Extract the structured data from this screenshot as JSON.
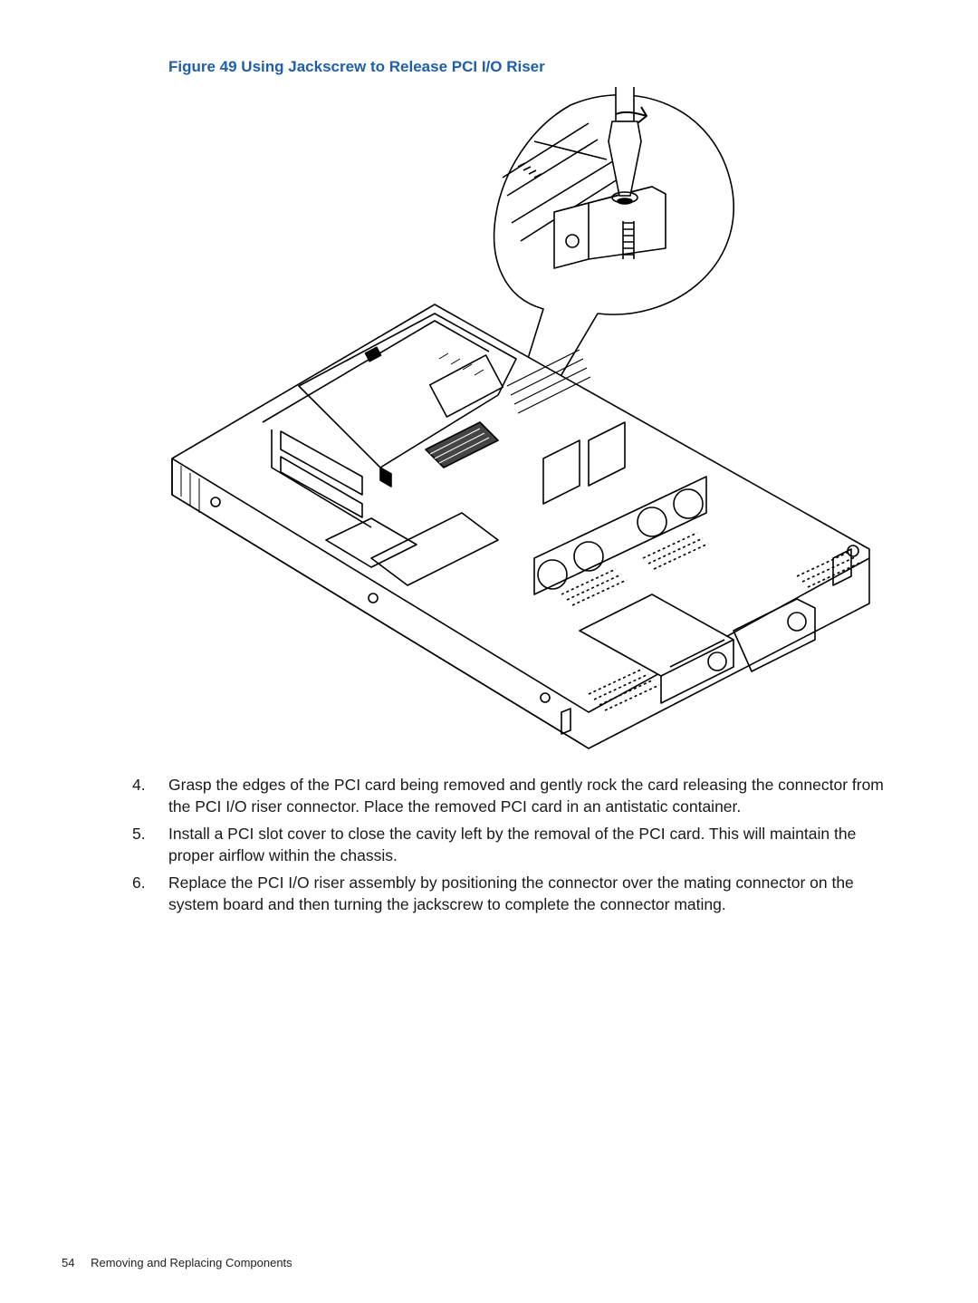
{
  "figure": {
    "caption": "Figure 49 Using Jackscrew to Release PCI I/O Riser",
    "illustration_icon": "server-chassis-jackscrew-illustration"
  },
  "steps": [
    {
      "number": "4.",
      "text": "Grasp the edges of the PCI card being removed and gently rock the card releasing the connector from the PCI I/O riser connector. Place the removed PCI card in an antistatic container."
    },
    {
      "number": "5.",
      "text": "Install a PCI slot cover to close the cavity left by the removal of the PCI card. This will maintain the proper airflow within the chassis."
    },
    {
      "number": "6.",
      "text": "Replace the PCI I/O riser assembly by positioning the connector over the mating connector on the system board and then turning the jackscrew to complete the connector mating."
    }
  ],
  "footer": {
    "page_number": "54",
    "section_title": "Removing and Replacing Components"
  },
  "colors": {
    "caption": "#1f5fa8",
    "line_art": "#000000"
  }
}
